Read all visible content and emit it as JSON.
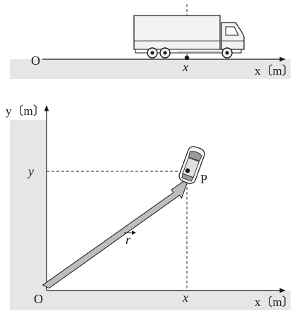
{
  "top_panel": {
    "origin_label": "O",
    "position_label": "x",
    "axis_label": "x〔m〕"
  },
  "bottom_panel": {
    "y_axis_label": "y〔m〕",
    "x_axis_label": "x〔m〕",
    "origin_label": "O",
    "x_tick_label": "x",
    "y_tick_label": "y",
    "point_label": "P",
    "vector_label": "r"
  },
  "colors": {
    "ground": "#e6e6e6",
    "truck_body": "#f2f2f2",
    "vector_arrow": "#bdbdbd",
    "line": "#1a1a1a"
  }
}
